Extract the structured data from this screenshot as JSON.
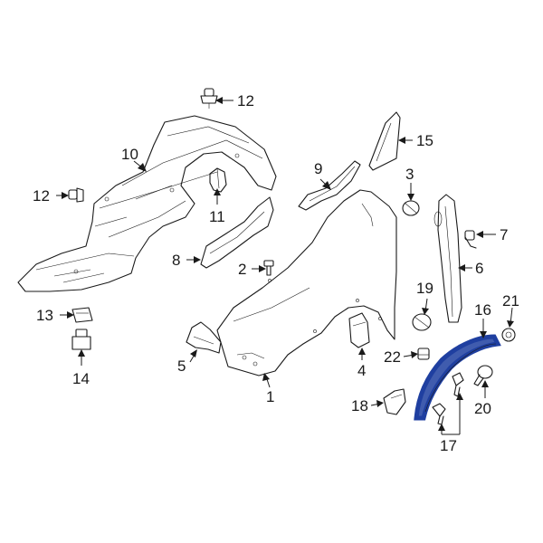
{
  "highlight_color": "#1f3fa0",
  "highlighted_part": "16",
  "callouts": {
    "c1": "1",
    "c2": "2",
    "c3": "3",
    "c4": "4",
    "c5": "5",
    "c6": "6",
    "c7": "7",
    "c8": "8",
    "c9": "9",
    "c10": "10",
    "c11": "11",
    "c12a": "12",
    "c12b": "12",
    "c13": "13",
    "c14": "14",
    "c15": "15",
    "c16": "16",
    "c17": "17",
    "c18": "18",
    "c19": "19",
    "c20": "20",
    "c21": "21",
    "c22": "22"
  }
}
